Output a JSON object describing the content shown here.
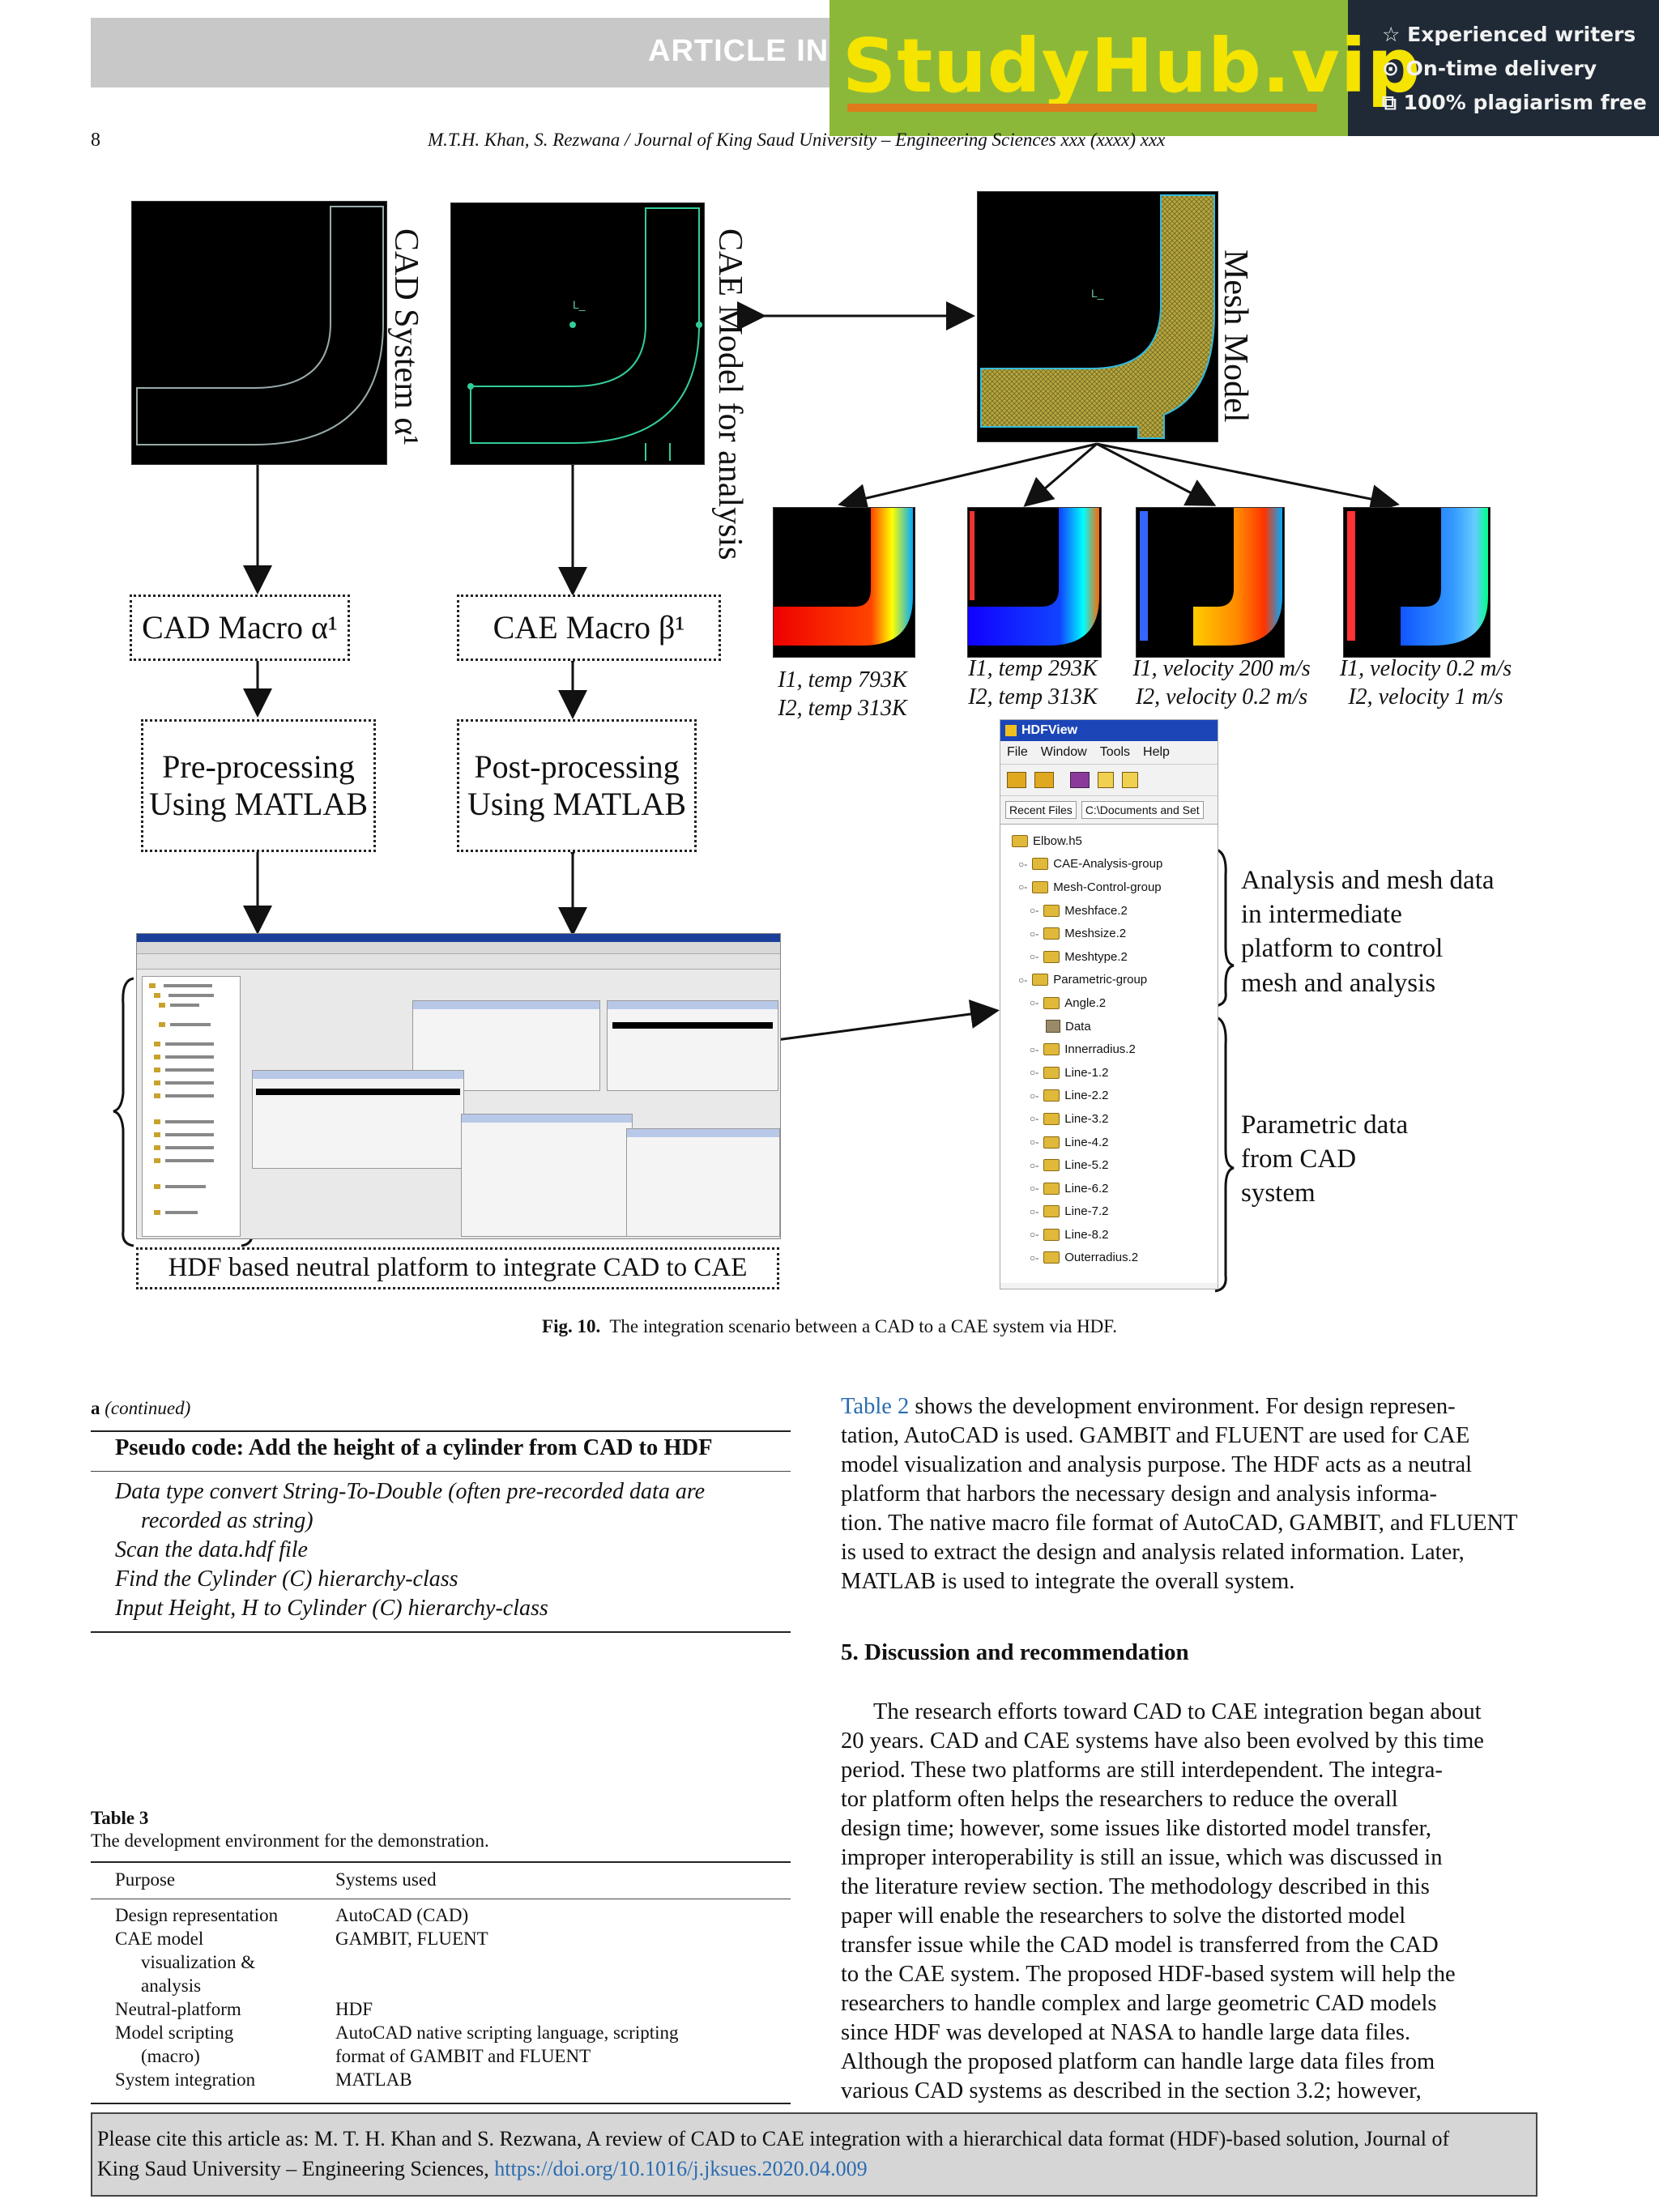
{
  "header": {
    "article_label": "ARTICLE  IN PRESS",
    "page_number": "8",
    "running_head": "M.T.H. Khan, S. Rezwana / Journal of King Saud University – Engineering Sciences xxx (xxxx) xxx"
  },
  "ad": {
    "logo": "StudyHub.vip",
    "features": [
      "☆ Experienced writers",
      "⊙ On-time delivery",
      "⧉ 100% plagiarism free"
    ]
  },
  "figure": {
    "panel_cad_label": "CAD System α¹",
    "panel_cae_label": "CAE Model for analysis",
    "panel_mesh_label": "Mesh Model",
    "cad_macro": "CAD Macro α¹",
    "cae_macro": "CAE Macro β¹",
    "pre_processing": "Pre-processing Using MATLAB",
    "post_processing": "Post-processing Using MATLAB",
    "hdf_platform": "HDF based neutral platform to integrate CAD to CAE",
    "results": [
      {
        "line1": "I1, temp 793K",
        "line2": "I2, temp 313K"
      },
      {
        "line1": "I1, temp 293K",
        "line2": "I2, temp 313K"
      },
      {
        "line1": "I1, velocity 200 m/s",
        "line2": "I2, velocity 0.2 m/s"
      },
      {
        "line1": "I1, velocity 0.2 m/s",
        "line2": "I2, velocity 1 m/s"
      }
    ],
    "hdfview": {
      "title": "HDFView",
      "menu": [
        "File",
        "Window",
        "Tools",
        "Help"
      ],
      "recent_label": "Recent Files",
      "recent_path": "C:\\Documents and Set",
      "tree": [
        {
          "label": "Elbow.h5",
          "level": 0,
          "kind": "file"
        },
        {
          "label": "CAE-Analysis-group",
          "level": 1,
          "kind": "folder"
        },
        {
          "label": "Mesh-Control-group",
          "level": 1,
          "kind": "folder"
        },
        {
          "label": "Meshface.2",
          "level": 2,
          "kind": "folder"
        },
        {
          "label": "Meshsize.2",
          "level": 2,
          "kind": "folder"
        },
        {
          "label": "Meshtype.2",
          "level": 2,
          "kind": "folder"
        },
        {
          "label": "Parametric-group",
          "level": 1,
          "kind": "folder"
        },
        {
          "label": "Angle.2",
          "level": 2,
          "kind": "folder"
        },
        {
          "label": "Data",
          "level": 3,
          "kind": "data"
        },
        {
          "label": "Innerradius.2",
          "level": 2,
          "kind": "folder"
        },
        {
          "label": "Line-1.2",
          "level": 2,
          "kind": "folder"
        },
        {
          "label": "Line-2.2",
          "level": 2,
          "kind": "folder"
        },
        {
          "label": "Line-3.2",
          "level": 2,
          "kind": "folder"
        },
        {
          "label": "Line-4.2",
          "level": 2,
          "kind": "folder"
        },
        {
          "label": "Line-5.2",
          "level": 2,
          "kind": "folder"
        },
        {
          "label": "Line-6.2",
          "level": 2,
          "kind": "folder"
        },
        {
          "label": "Line-7.2",
          "level": 2,
          "kind": "folder"
        },
        {
          "label": "Line-8.2",
          "level": 2,
          "kind": "folder"
        },
        {
          "label": "Outerradius.2",
          "level": 2,
          "kind": "folder"
        }
      ]
    },
    "note_analysis": "Analysis and mesh data in intermediate platform to control mesh and analysis",
    "note_parametric": "Parametric data from CAD system",
    "caption_label": "Fig. 10.",
    "caption_text": "The integration scenario between a CAD to a CAE system via HDF."
  },
  "algorithm": {
    "label": "a",
    "continued": "(continued)",
    "title": "Pseudo code: Add the height of a cylinder from CAD to HDF",
    "lines": [
      "Data type convert String-To-Double (often pre-recorded data are",
      "recorded as string)",
      "Scan the data.hdf file",
      "Find the Cylinder (C) hierarchy-class",
      "Input Height, H to Cylinder (C) hierarchy-class"
    ]
  },
  "table3": {
    "label": "Table 3",
    "caption": "The development environment for the demonstration.",
    "headers": [
      "Purpose",
      "Systems used"
    ],
    "rows": [
      {
        "purpose": "Design representation",
        "systems": "AutoCAD (CAD)"
      },
      {
        "purpose": "CAE model",
        "systems": "GAMBIT, FLUENT"
      },
      {
        "purpose": "visualization &",
        "systems": ""
      },
      {
        "purpose": "analysis",
        "systems": ""
      },
      {
        "purpose": "Neutral-platform",
        "systems": "HDF"
      },
      {
        "purpose": "Model scripting",
        "systems": "AutoCAD native scripting language, scripting"
      },
      {
        "purpose": "(macro)",
        "systems": "format of GAMBIT and FLUENT"
      },
      {
        "purpose": "System integration",
        "systems": "MATLAB"
      }
    ]
  },
  "right_column": {
    "para1_link": "Table 2",
    "para1_lines": [
      " shows the development environment. For design represen-",
      "tation, AutoCAD is used. GAMBIT and FLUENT are used for CAE",
      "model visualization and analysis purpose. The HDF acts as a neutral",
      "platform that harbors the necessary design and analysis informa-",
      "tion. The native macro file format of AutoCAD, GAMBIT, and FLUENT",
      "is used to extract the design and analysis related information. Later,",
      "MATLAB is used to integrate the overall system."
    ],
    "section_heading": "5. Discussion and recommendation",
    "para2_lines": [
      "The research efforts toward CAD to CAE integration began about",
      "20 years. CAD and CAE systems have also been evolved by this time",
      "period. These two platforms are still interdependent. The integra-",
      "tor platform often helps the researchers to reduce the overall",
      "design time; however, some issues like distorted model transfer,",
      "improper interoperability is still an issue, which was discussed in",
      "the literature review section. The methodology described in this",
      "paper will enable the researchers to solve the distorted model",
      "transfer issue while the CAD model is transferred from the CAD",
      "to the CAE system. The proposed HDF-based system will help the",
      "researchers to handle complex and large geometric CAD models",
      "since HDF was developed at NASA to handle large data files.",
      "Although the proposed platform can handle large data files from",
      "various CAD systems as described in the section 3.2; however,"
    ]
  },
  "citation": {
    "line1": "Please cite this article as: M. T. H. Khan and S. Rezwana, A review of CAD to CAE integration with a hierarchical data format (HDF)-based solution, Journal of",
    "line2_prefix": "King Saud University – Engineering Sciences, ",
    "doi": "https://doi.org/10.1016/j.jksues.2020.04.009"
  }
}
